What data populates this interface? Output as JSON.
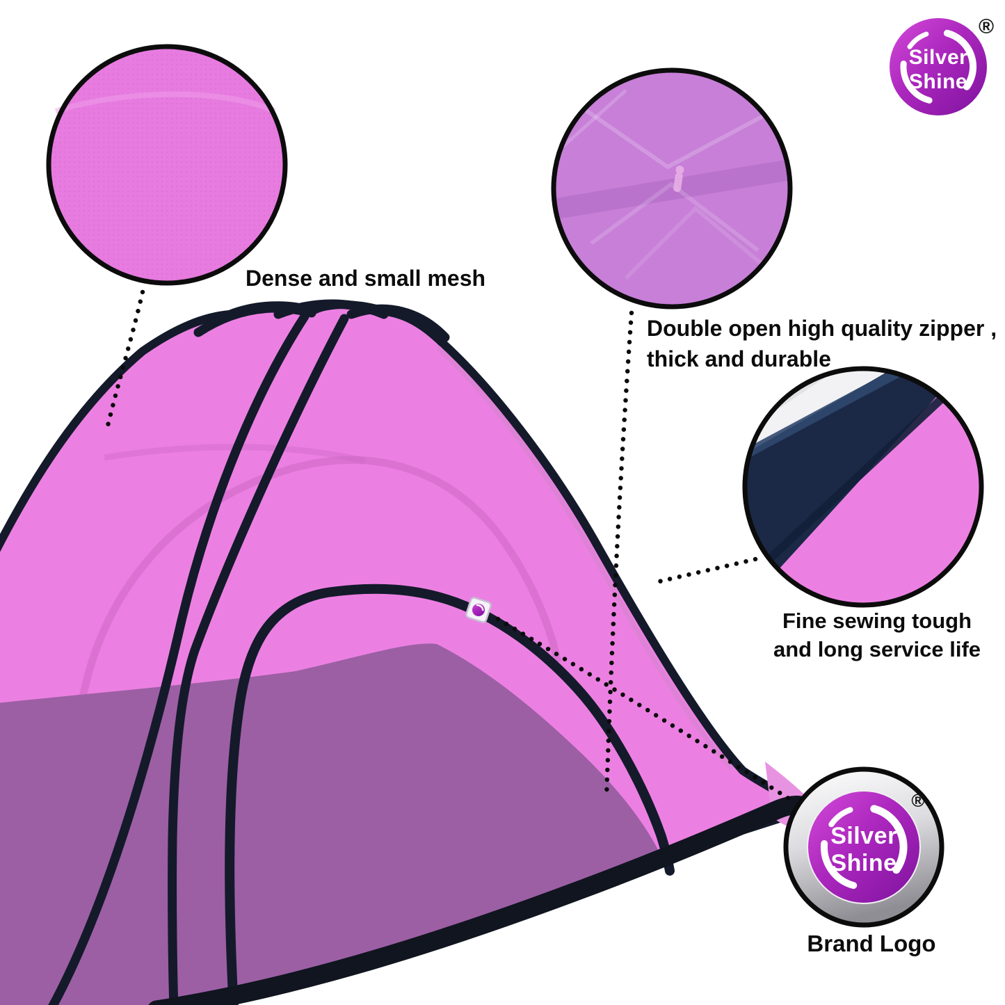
{
  "header_logo": {
    "line1": "Silver",
    "line2": "Shine",
    "registered": "®"
  },
  "callouts": {
    "mesh": {
      "label": "Dense and small mesh"
    },
    "zipper": {
      "label_line1": "Double open high quality zipper ,",
      "label_line2": "thick and durable"
    },
    "stitching": {
      "label_line1": "Fine sewing tough",
      "label_line2": "and long service life"
    },
    "brand": {
      "caption": "Brand Logo",
      "logo_line1": "Silver",
      "logo_line2": "Shine",
      "registered": "®"
    }
  },
  "colors": {
    "tent_pink": "#ec80e2",
    "tent_shadow_purple": "#9c5fa4",
    "frame_black": "#141a2a",
    "mesh_circle_pink": "#e77be0",
    "zipper_circle_violet": "#c77fd8",
    "stitch_navy": "#1b2946",
    "brand_purple_light": "#d44ada",
    "brand_purple_dark": "#7e129e",
    "label_text": "#0c0c0c"
  }
}
